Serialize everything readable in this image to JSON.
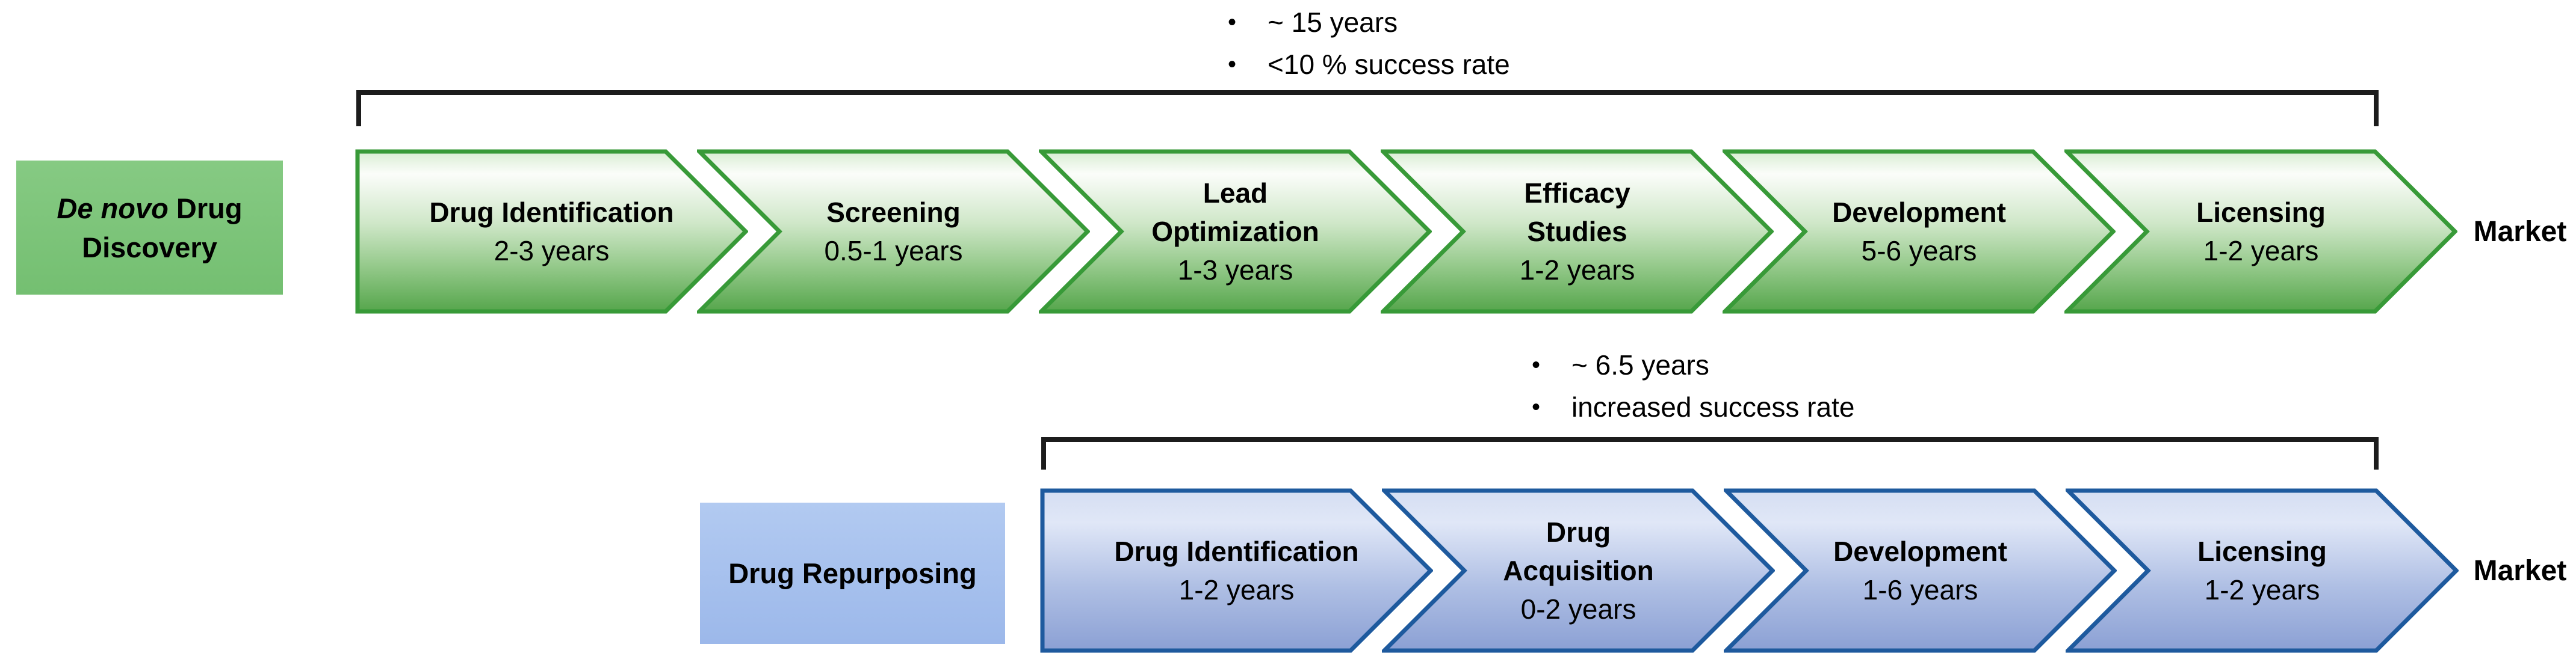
{
  "bullet": "•",
  "denovo": {
    "label": {
      "italic": "De novo",
      "rest": " Drug",
      "line2": "Discovery"
    },
    "bracket_notes": [
      "~ 15  years",
      "<10 % success rate"
    ],
    "stages": [
      {
        "title": "Drug Identification",
        "years": "2-3 years"
      },
      {
        "title": "Screening",
        "years": "0.5-1 years"
      },
      {
        "title": "Lead\nOptimization",
        "years": "1-3 years"
      },
      {
        "title": "Efficacy\nStudies",
        "years": "1-2 years"
      },
      {
        "title": "Development",
        "years": "5-6 years"
      },
      {
        "title": "Licensing",
        "years": "1-2 years"
      }
    ],
    "market": "Market"
  },
  "repurposing": {
    "label": "Drug Repurposing",
    "bracket_notes": [
      "~ 6.5 years",
      "increased success rate"
    ],
    "stages": [
      {
        "title": "Drug Identification",
        "years": "1-2 years"
      },
      {
        "title": "Drug\nAcquisition",
        "years": "0-2 years"
      },
      {
        "title": "Development",
        "years": "1-6 years"
      },
      {
        "title": "Licensing",
        "years": "1-2 years"
      }
    ],
    "market": "Market"
  },
  "colors": {
    "green_border": "#389a38",
    "green_fill_bottom": "#56a64c",
    "green_label": "#7dc57b",
    "blue_border": "#1e5a9e",
    "blue_fill_bottom": "#8ba0d4",
    "blue_label": "#a8c2ee",
    "bracket": "#1c1c1c",
    "text": "#000000"
  }
}
